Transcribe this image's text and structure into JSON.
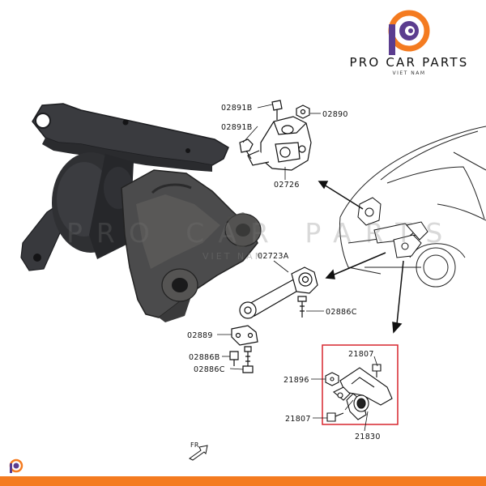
{
  "brand": {
    "name": "PRO CAR PARTS",
    "subtitle": "VIET NAM",
    "colors": {
      "orange": "#f47b20",
      "purple": "#5b3d8f",
      "accent": "#e08a2c"
    }
  },
  "watermark": {
    "text": "PRO CAR PARTS",
    "sub": "VIET NAM"
  },
  "labels": {
    "p02891B_top": "02891B",
    "p02890": "02890",
    "p02891B_mid": "02891B",
    "p02726": "02726",
    "p02723A": "02723A",
    "p02886C_right": "02886C",
    "p02889": "02889",
    "p02886B": "02886B",
    "p02886C_bottom": "02886C",
    "p21807_top": "21807",
    "p21896": "21896",
    "p21807_bottom": "21807",
    "p21830": "21830",
    "fr": "FR"
  },
  "highlight": {
    "color": "#d7262e"
  }
}
